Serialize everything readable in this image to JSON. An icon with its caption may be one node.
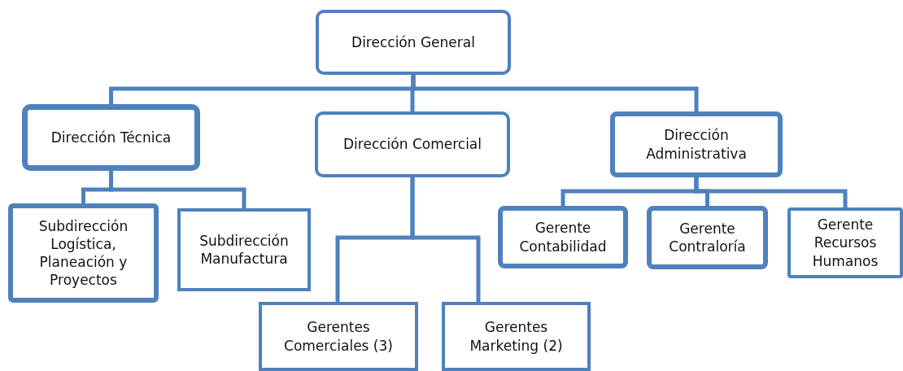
{
  "diagram": {
    "nodes": [
      {
        "text": [
          "Dirección General"
        ]
      },
      {
        "text": [
          "Dirección Técnica"
        ]
      },
      {
        "text": [
          "Dirección Comercial"
        ]
      },
      {
        "text": [
          "Dirección Administrativa"
        ]
      },
      {
        "text": [
          "Subdirección Logística, Planeación y Proyectos"
        ]
      },
      {
        "text": [
          "Subdirección Manufactura"
        ]
      },
      {
        "text": [
          "Gerentes Comerciales (3)"
        ]
      },
      {
        "text": [
          "Gerentes Marketing  (2)"
        ]
      },
      {
        "text": [
          "Gerente Contabilidad"
        ]
      },
      {
        "text": [
          "Gerente Contraloría"
        ]
      },
      {
        "text": [
          "Gerente Recursos Humanos"
        ]
      }
    ],
    "edges": [
      {
        "from": 0,
        "to": 1,
        "arrow": "none"
      },
      {
        "from": 0,
        "to": 2,
        "arrow": "none"
      },
      {
        "from": 0,
        "to": 3,
        "arrow": "none"
      },
      {
        "from": 1,
        "to": 4,
        "arrow": "none"
      },
      {
        "from": 1,
        "to": 5,
        "arrow": "none"
      },
      {
        "from": 2,
        "to": 6,
        "arrow": "none"
      },
      {
        "from": 2,
        "to": 7,
        "arrow": "none"
      },
      {
        "from": 3,
        "to": 8,
        "arrow": "none"
      },
      {
        "from": 3,
        "to": 9,
        "arrow": "none"
      },
      {
        "from": 3,
        "to": 10,
        "arrow": "none"
      }
    ]
  }
}
